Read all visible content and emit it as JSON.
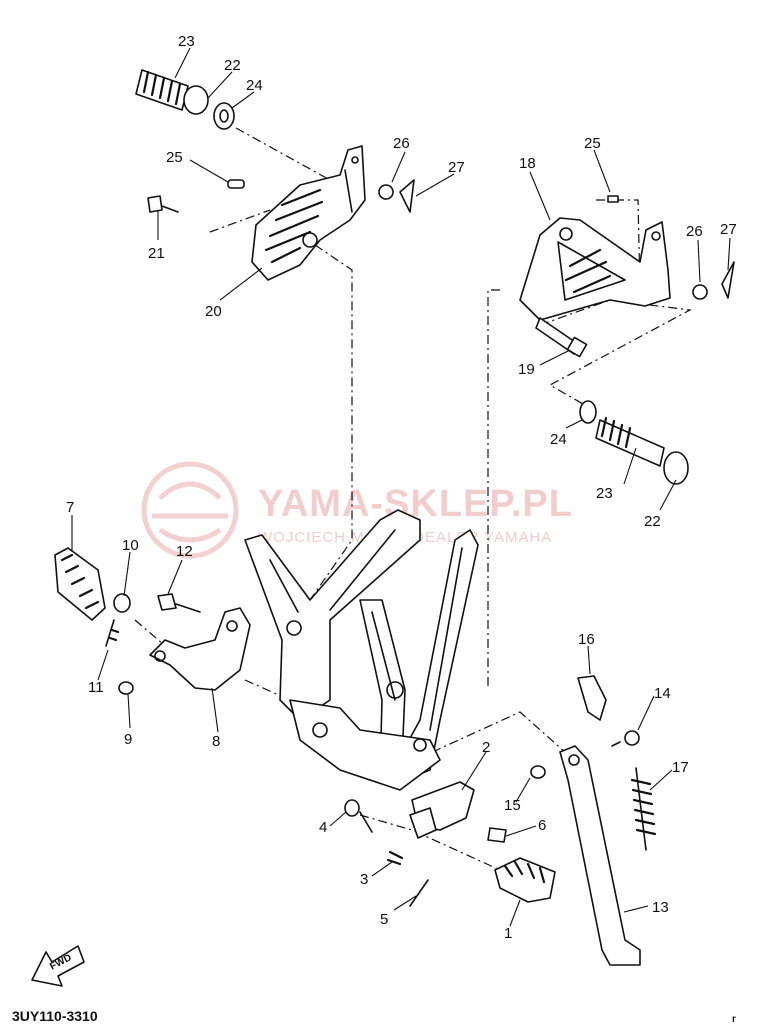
{
  "watermark": {
    "title": "YAMA-SKLEP.PL",
    "subtitle": "WOJCIECH MACZ I DEALER YAMAHA",
    "color": "#e9a5a5"
  },
  "diagram_code": "3UY110-3310",
  "direction_label": "FWD",
  "part_labels": {
    "p1": "1",
    "p2": "2",
    "p3": "3",
    "p4": "4",
    "p5": "5",
    "p6": "6",
    "p7": "7",
    "p8": "8",
    "p9": "9",
    "p10": "10",
    "p11": "11",
    "p12": "12",
    "p13": "13",
    "p14": "14",
    "p15": "15",
    "p16": "16",
    "p17": "17",
    "p18": "18",
    "p19": "19",
    "p20": "20",
    "p21": "21",
    "p22a": "22",
    "p22b": "22",
    "p23a": "23",
    "p23b": "23",
    "p24a": "24",
    "p24b": "24",
    "p25a": "25",
    "p25b": "25",
    "p26a": "26",
    "p26b": "26",
    "p27a": "27",
    "p27b": "27"
  },
  "corner_mark": "r"
}
